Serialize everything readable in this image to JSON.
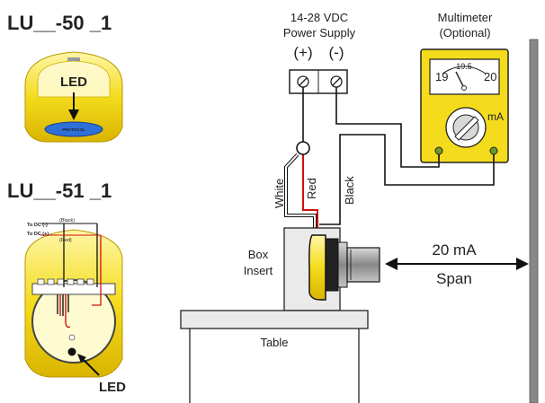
{
  "models": {
    "lu50": {
      "title": "LU__-50 _1",
      "led_label": "LED"
    },
    "lu51": {
      "title": "LU__-51 _1",
      "dc_neg": "To DC (-)",
      "dc_pos": "To DC (+)",
      "wire_black": "(Black)",
      "wire_red": "(Red)",
      "led_label": "LED"
    }
  },
  "power_supply": {
    "label_line1": "14-28 VDC",
    "label_line2": "Power Supply",
    "plus": "(+)",
    "minus": "(-)"
  },
  "multimeter": {
    "label_line1": "Multimeter",
    "label_line2": "(Optional)",
    "scale_low": "19",
    "scale_mid": "19.5",
    "scale_high": "20",
    "unit": "mA"
  },
  "wires": {
    "white": "White",
    "red": "Red",
    "black": "Black"
  },
  "box_insert": {
    "line1": "Box",
    "line2": "Insert"
  },
  "table": {
    "label": "Table"
  },
  "span": {
    "line1": "20 mA",
    "line2": "Span"
  },
  "colors": {
    "yellow": "#f4dc1c",
    "blue": "#2e6fd8",
    "red": "#cc1111",
    "gray": "#9b9b9b",
    "wall": "#888888"
  }
}
